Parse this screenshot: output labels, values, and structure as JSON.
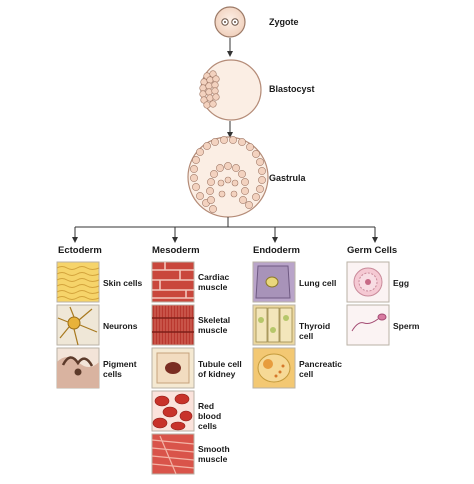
{
  "stages": {
    "zygote": "Zygote",
    "blastocyst": "Blastocyst",
    "gastrula": "Gastrula"
  },
  "columns": {
    "ectoderm": {
      "title": "Ectoderm",
      "cells": [
        "Skin cells",
        "Neurons",
        "Pigment cells"
      ]
    },
    "mesoderm": {
      "title": "Mesoderm",
      "cells": [
        "Cardiac muscle",
        "Skeletal muscle",
        "Tubule cell of kidney",
        "Red blood cells",
        "Smooth muscle"
      ]
    },
    "endoderm": {
      "title": "Endoderm",
      "cells": [
        "Lung cell",
        "Thyroid cell",
        "Pancreatic cell"
      ]
    },
    "germ": {
      "title": "Germ Cells",
      "cells": [
        "Egg",
        "Sperm"
      ]
    }
  },
  "colors": {
    "embryo_fill": "#f6dccb",
    "embryo_stroke": "#b58c78",
    "arrow": "#333333"
  }
}
